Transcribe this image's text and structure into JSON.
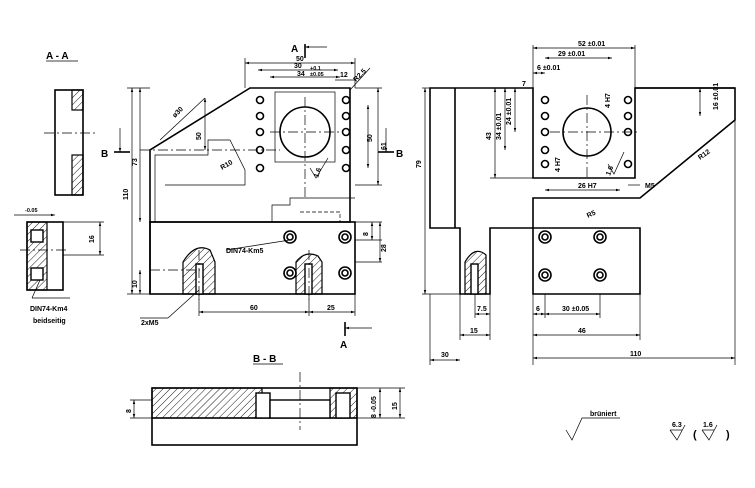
{
  "views": {
    "section_aa": {
      "title": "A - A"
    },
    "section_bb": {
      "title": "B - B"
    },
    "cut_markers": {
      "a": "A",
      "b": "B"
    }
  },
  "dims_front": {
    "d50": "50",
    "d30": "30",
    "d34": "34",
    "d34_tol_hi": "+0.1",
    "d34_tol_lo": "±0.05",
    "d12": "12",
    "r25": "R2.5",
    "phi30": "ø30",
    "d73": "73",
    "d110": "110",
    "d50v": "50",
    "r10": "R10",
    "d61": "61",
    "d50r": "50",
    "s16": "1.6",
    "d8": "8",
    "d28": "28",
    "d10": "10",
    "d60": "60",
    "d25": "25",
    "din5": "DIN74-Km5",
    "m5": "2xM5"
  },
  "dims_side": {
    "d52": "52 ±0.01",
    "d29": "29 ±0.01",
    "d6": "6 ±0.01",
    "d7": "7",
    "d43": "43",
    "d34": "34 ±0.01",
    "d24": "24 ±0.01",
    "d4h7a": "4 H7",
    "d16r": "16 ±0.01",
    "d4h7b": "4 H7",
    "d79": "79",
    "r12": "R12",
    "d26": "26 H7",
    "s16": "1.6",
    "m5": "M5",
    "r5": "R5",
    "d7_5": "7.5",
    "d15": "15",
    "d30": "30",
    "d6b": "6",
    "d30b": "30 ±0.05",
    "d46": "46",
    "d110": "110"
  },
  "dims_aa": {
    "d005": "-0.05",
    "d16": "16",
    "din4": "DIN74-Km4",
    "both": "beidseitig"
  },
  "dims_bb": {
    "d8": "8",
    "d8_05": "8 -0.05",
    "d15": "15"
  },
  "surface": {
    "note": "brüniert",
    "finish": "6.3",
    "finish_paren": "1.6"
  }
}
